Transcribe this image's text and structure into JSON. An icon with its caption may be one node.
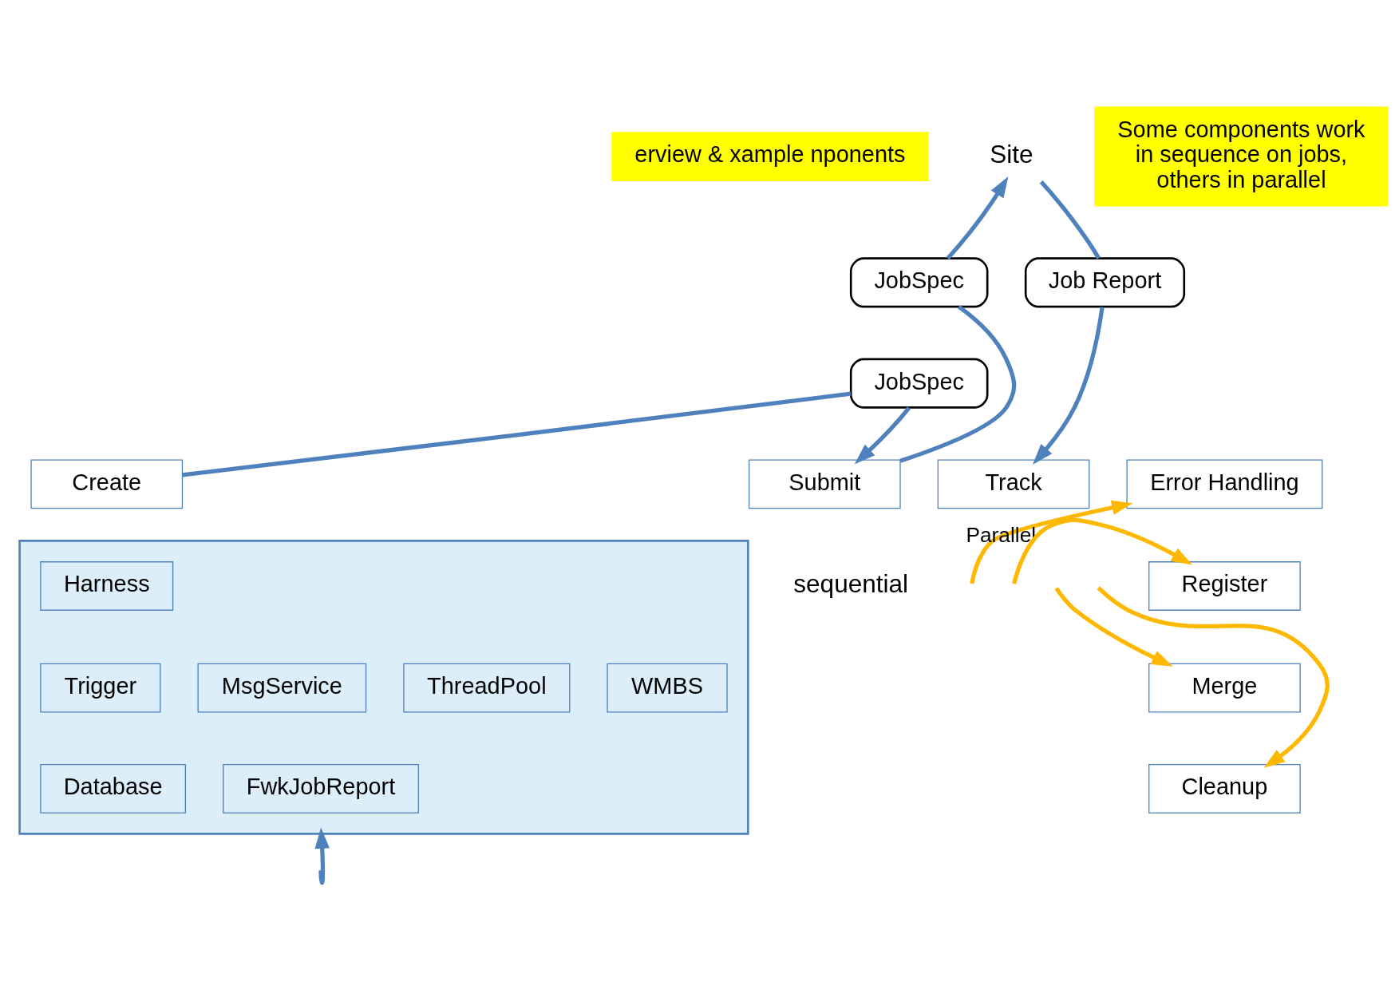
{
  "diagram": {
    "nodes": [
      {
        "text": [
          "erview & xample nponents"
        ]
      },
      {
        "text": [
          "Some components work in sequence on jobs, others in parallel"
        ]
      },
      {
        "text": [
          "Site"
        ]
      },
      {
        "text": [
          "JobSpec"
        ]
      },
      {
        "text": [
          "Job Report"
        ]
      },
      {
        "text": [
          "JobSpec"
        ]
      },
      {
        "text": [
          "Create"
        ]
      },
      {
        "text": [
          "Submit"
        ]
      },
      {
        "text": [
          "Track"
        ]
      },
      {
        "text": [
          "Error Handling"
        ]
      },
      {
        "text": [
          "Register"
        ]
      },
      {
        "text": [
          "Merge"
        ]
      },
      {
        "text": [
          "Cleanup"
        ]
      },
      {
        "text": [],
        "shape": "box"
      },
      {
        "text": [
          "Harness"
        ],
        "in": 13
      },
      {
        "text": [
          "Trigger"
        ],
        "in": 13
      },
      {
        "text": [
          "MsgService"
        ],
        "in": 13
      },
      {
        "text": [
          "ThreadPool"
        ],
        "in": 13
      },
      {
        "text": [
          "WMBS"
        ],
        "in": 13
      },
      {
        "text": [
          "Database"
        ],
        "in": 13
      },
      {
        "text": [
          "FwkJobReport"
        ],
        "in": 13
      }
    ],
    "edges": [
      {
        "from": 6,
        "to": 5,
        "arrow": "none"
      },
      {
        "from": 5,
        "to": 7,
        "arrow": "to"
      },
      {
        "from": 7,
        "to": 3,
        "arrow": "none"
      },
      {
        "from": 3,
        "to": 2,
        "arrow": "to"
      },
      {
        "from": 2,
        "to": 4,
        "arrow": "none"
      },
      {
        "from": 4,
        "to": 8,
        "arrow": "to"
      },
      {
        "from": null,
        "to": 9,
        "arrow": "to",
        "label": "Parallel",
        "color": "#ffb800"
      },
      {
        "from": null,
        "to": 10,
        "arrow": "to",
        "color": "#ffb800"
      },
      {
        "from": null,
        "to": 11,
        "arrow": "to",
        "color": "#ffb800"
      },
      {
        "from": null,
        "to": 12,
        "arrow": "to",
        "color": "#ffb800"
      },
      {
        "from": null,
        "to": 13,
        "arrow": "to"
      }
    ],
    "labels": [
      "sequential"
    ]
  }
}
